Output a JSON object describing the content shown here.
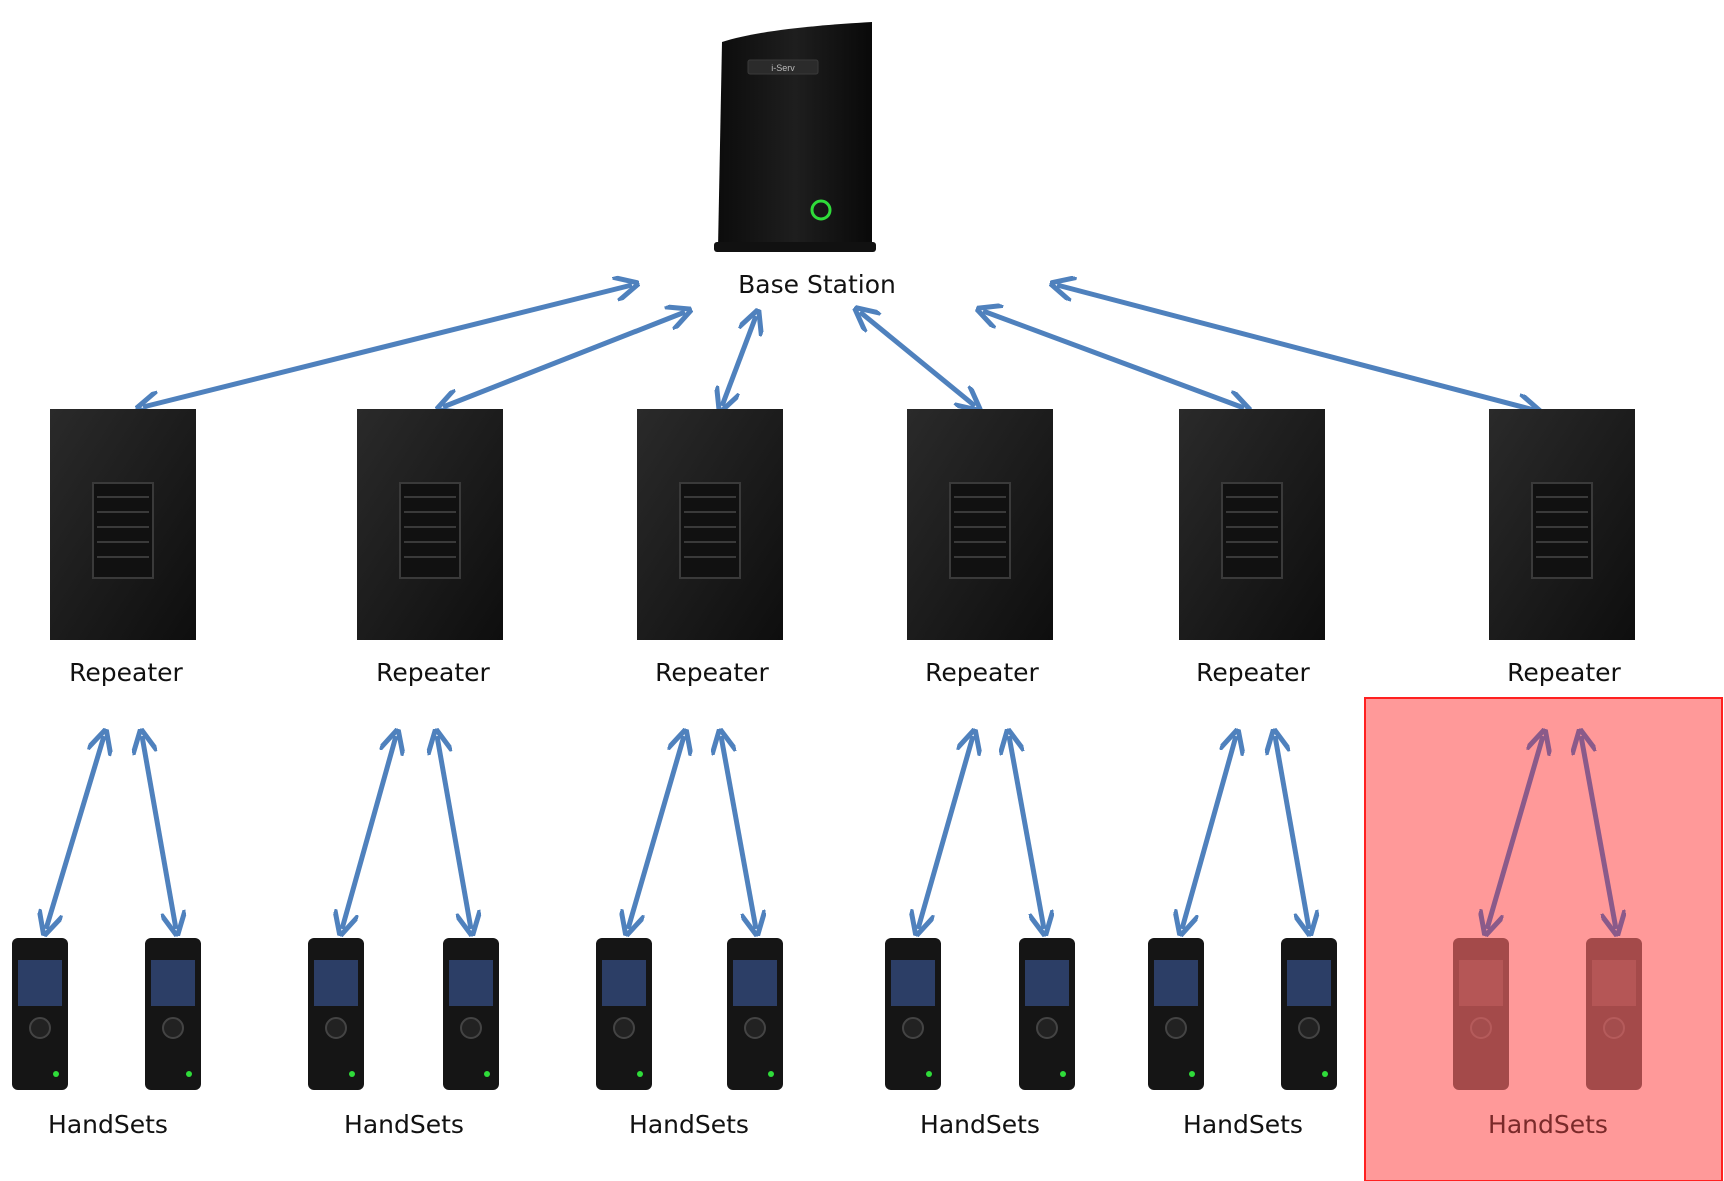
{
  "nodes": {
    "base_station": {
      "label": "Base Station",
      "brand": "i-Serv",
      "led_color": "#2fdc3a"
    },
    "repeater_label": "Repeater",
    "handsets_label": "HandSets"
  },
  "highlight": {
    "fill": "#ff9999",
    "border": "#ff2020"
  },
  "colors": {
    "arrow": "#4f81bd",
    "device": "#151515"
  }
}
